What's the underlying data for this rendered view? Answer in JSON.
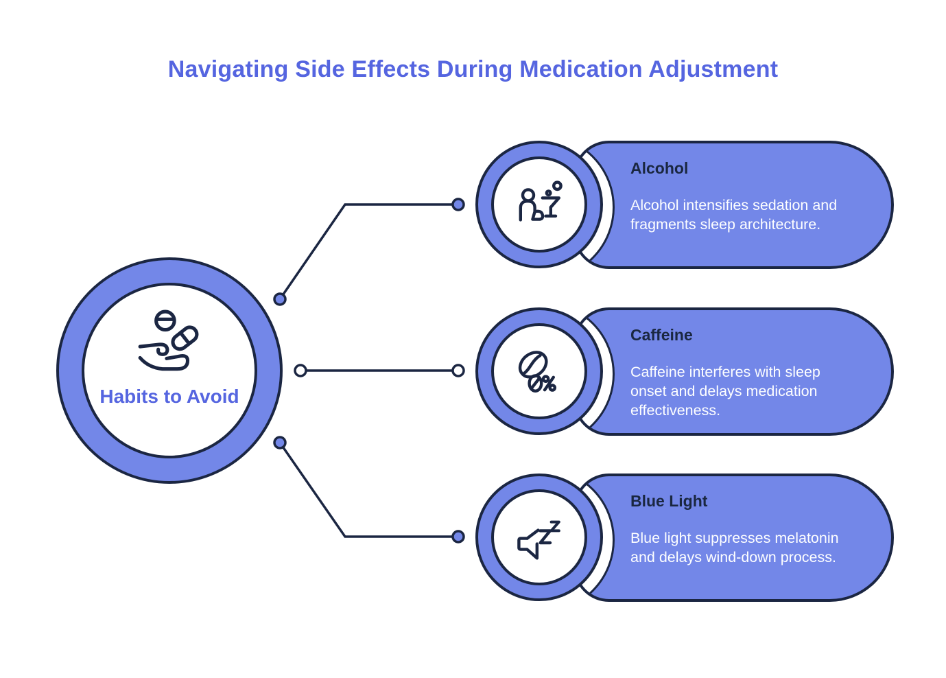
{
  "title": "Navigating Side Effects During Medication Adjustment",
  "center": {
    "label": "Habits to Avoid",
    "icon": "hand-holding-pills-icon"
  },
  "items": [
    {
      "title": "Alcohol",
      "description": "Alcohol intensifies sedation and fragments sleep architecture.",
      "icon": "person-with-martini-icon"
    },
    {
      "title": "Caffeine",
      "description": "Caffeine interferes with sleep onset and delays medication effectiveness.",
      "icon": "decaf-coffee-bean-icon"
    },
    {
      "title": "Blue Light",
      "description": "Blue light suppresses melatonin and delays wind-down process.",
      "icon": "speaker-sleep-zzz-icon"
    }
  ],
  "colors": {
    "accent_blue": "#7387E8",
    "outline_navy": "#1B2642",
    "heading_blue": "#5565E0",
    "card_title_text": "#1A2740",
    "card_body_text": "#FFFFFF",
    "background": "#FFFFFF"
  }
}
